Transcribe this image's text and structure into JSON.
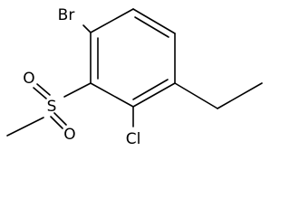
{
  "molecule": {
    "atoms": {
      "br": "Br",
      "s": "S",
      "o_top": "O",
      "o_bottom": "O",
      "cl": "Cl"
    }
  }
}
